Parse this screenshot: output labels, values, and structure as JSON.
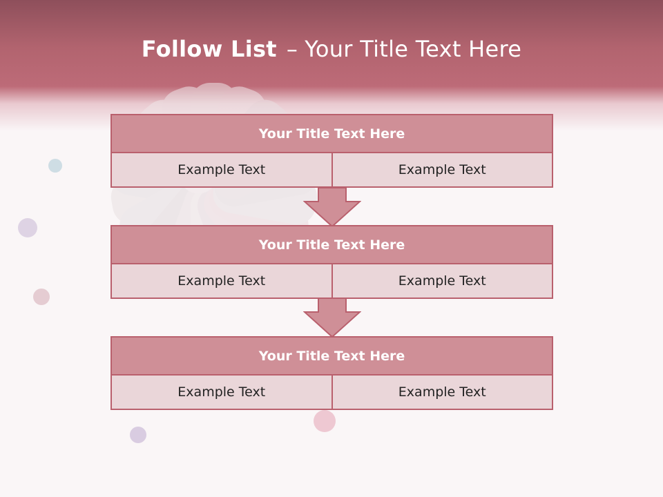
{
  "slide": {
    "title_bold": "Follow List",
    "title_dash": "–",
    "title_rest": "Your Title Text Here"
  },
  "blocks": [
    {
      "title": "Your Title Text Here",
      "left": "Example Text",
      "right": "Example Text"
    },
    {
      "title": "Your Title Text Here",
      "left": "Example Text",
      "right": "Example Text"
    },
    {
      "title": "Your Title Text Here",
      "left": "Example Text",
      "right": "Example Text"
    }
  ],
  "colors": {
    "header_dark": "#8e4f5b",
    "header_mid": "#bd6b78",
    "title_box": "#cf8f97",
    "border": "#b9606d",
    "cell_bg": "#ead6d9"
  },
  "icons": {
    "arrow": "down-arrow-icon",
    "background": "nail-art-fan-image"
  }
}
